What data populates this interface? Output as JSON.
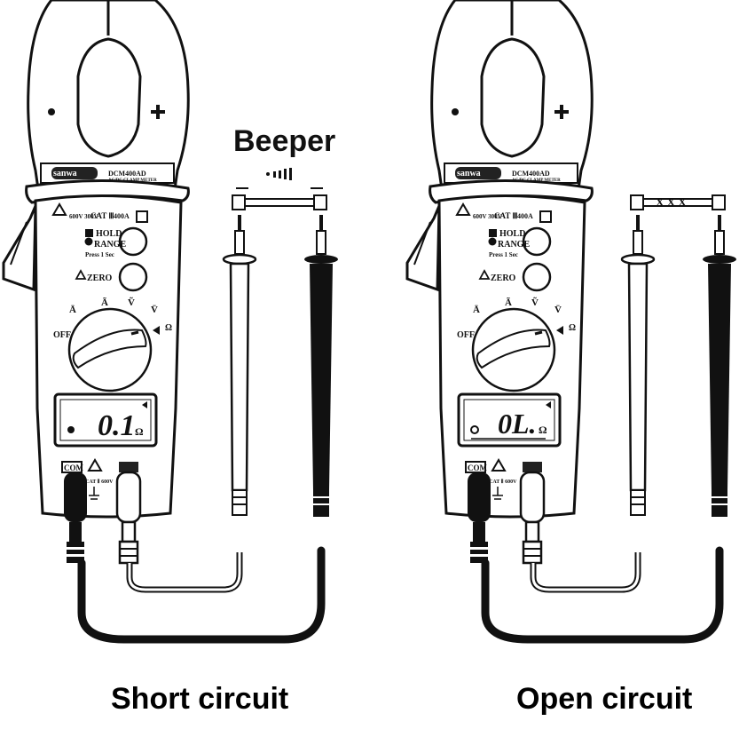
{
  "beeper_label": "Beeper",
  "captions": {
    "left": "Short circuit",
    "right": "Open circuit"
  },
  "meter": {
    "brand": "sanwa",
    "model": "DCM400AD",
    "model_sub": "AC/DC CLAMP METER",
    "rating": "400A",
    "cat": "CAT Ⅲ",
    "volt": "600V 300V",
    "hold_label": "HOLD",
    "range_label": "RANGE",
    "press_label": "Press 1 Sec",
    "zero_label": "ZERO",
    "off_label": "OFF",
    "ohm_label": "Ω",
    "com_label": "COM",
    "terminal_cat": "CAT Ⅱ 600V"
  },
  "left_meter": {
    "display_value": "0.1",
    "display_unit": "Ω"
  },
  "right_meter": {
    "display_value": "0L.",
    "display_unit": "Ω",
    "open_marks": "X  X  X"
  }
}
